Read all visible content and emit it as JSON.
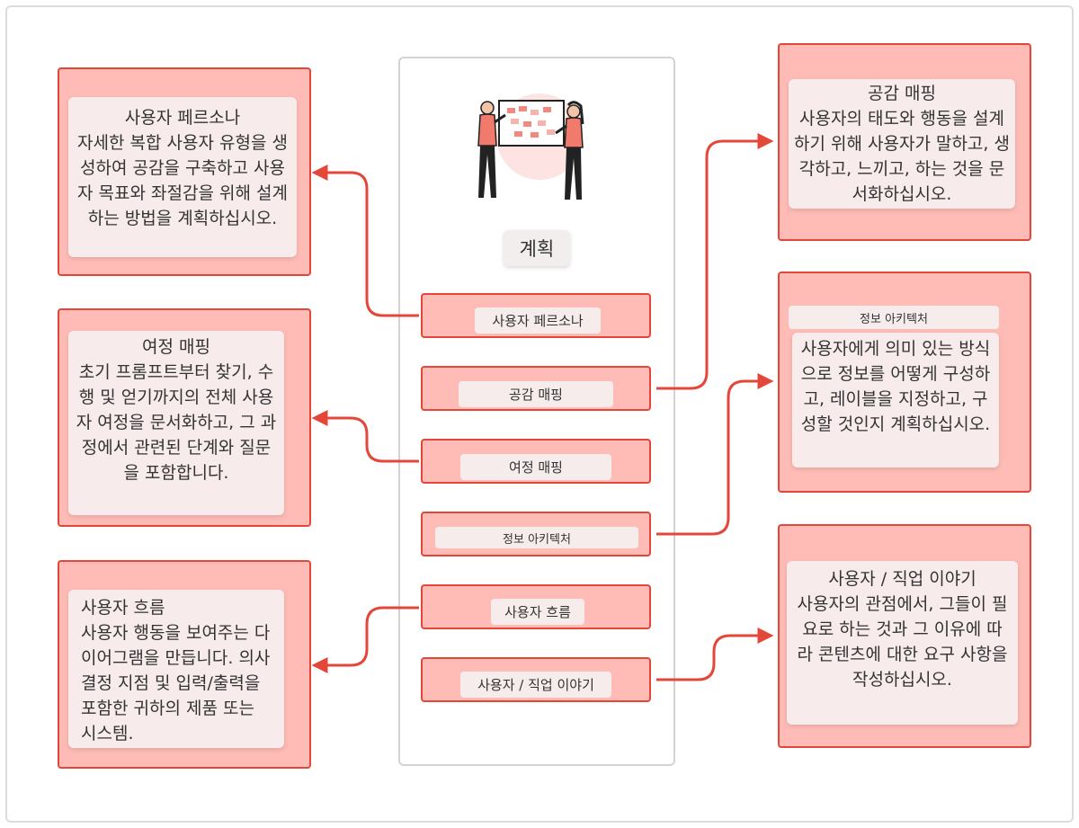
{
  "center": {
    "title": "계획",
    "items": [
      {
        "label": "사용자 페르소나"
      },
      {
        "label": "공감 매핑"
      },
      {
        "label": "여정 매핑"
      },
      {
        "label": "정보 아키텍처"
      },
      {
        "label": "사용자 흐름"
      },
      {
        "label": "사용자 / 직업 이야기"
      }
    ]
  },
  "cards": {
    "persona": {
      "title": "사용자 페르소나",
      "body": "자세한 복합 사용자 유형을 생성하여 공감을 구축하고 사용자 목표와 좌절감을 위해 설계하는 방법을 계획하십시오."
    },
    "journey": {
      "title": "여정 매핑",
      "body": "초기 프롬프트부터 찾기, 수행 및 얻기까지의 전체 사용자 여정을 문서화하고, 그 과정에서 관련된 단계와 질문을 포함합니다."
    },
    "flow": {
      "title": "사용자 흐름",
      "body": "사용자 행동을 보여주는 다이어그램을 만듭니다. 의사 결정 지점 및 입력/출력을 포함한 귀하의 제품 또는 시스템."
    },
    "empathy": {
      "title": "공감 매핑",
      "body": "사용자의 태도와 행동을 설계하기 위해 사용자가 말하고, 생각하고, 느끼고, 하는 것을 문서화하십시오."
    },
    "ia": {
      "title": "정보 아키텍처",
      "body": "사용자에게 의미 있는 방식으로 정보를 어떻게 구성하고, 레이블을 지정하고, 구성할 것인지 계획하십시오."
    },
    "stories": {
      "title": "사용자 / 직업 이야기",
      "body": "사용자의 관점에서, 그들이 필요로 하는 것과 그 이유에 따라 콘텐츠에 대한 요구 사항을 작성하십시오."
    }
  },
  "colors": {
    "box_fill": "#ffbcb6",
    "box_border": "#e4473a",
    "label_fill": "#f5eceb",
    "connector": "#e4473a"
  }
}
